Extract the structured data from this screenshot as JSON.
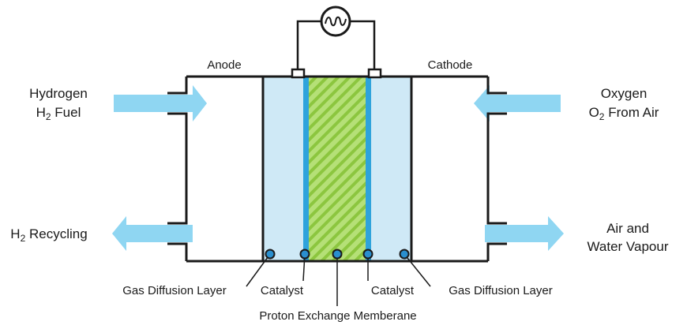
{
  "labels": {
    "anode": "Anode",
    "cathode": "Cathode",
    "hydrogen_line1": "Hydrogen",
    "hydrogen_line2_main": "H",
    "hydrogen_line2_sub": "2",
    "hydrogen_line2_rest": " Fuel",
    "oxygen_line1": "Oxygen",
    "oxygen_line2_main": "O",
    "oxygen_line2_sub": "2",
    "oxygen_line2_rest": " From Air",
    "recycling_main": "H",
    "recycling_sub": "2",
    "recycling_rest": " Recycling",
    "air_line1": "Air and",
    "air_line2": "Water Vapour",
    "gdl_left": "Gas Diffusion Layer",
    "catalyst_left": "Catalyst",
    "catalyst_right": "Catalyst",
    "gdl_right": "Gas Diffusion Layer",
    "membrane": "Proton Exchange Memberane"
  },
  "colors": {
    "outline": "#1a1a1a",
    "arrow": "#8fd6f2",
    "diffusion": "#cfe9f6",
    "catalyst": "#2ea3dc",
    "membrane": "#b5e077",
    "membrane_stripe": "#8cc63f",
    "dot": "#2a8fce"
  },
  "icons": {
    "load": "light-bulb-icon"
  }
}
